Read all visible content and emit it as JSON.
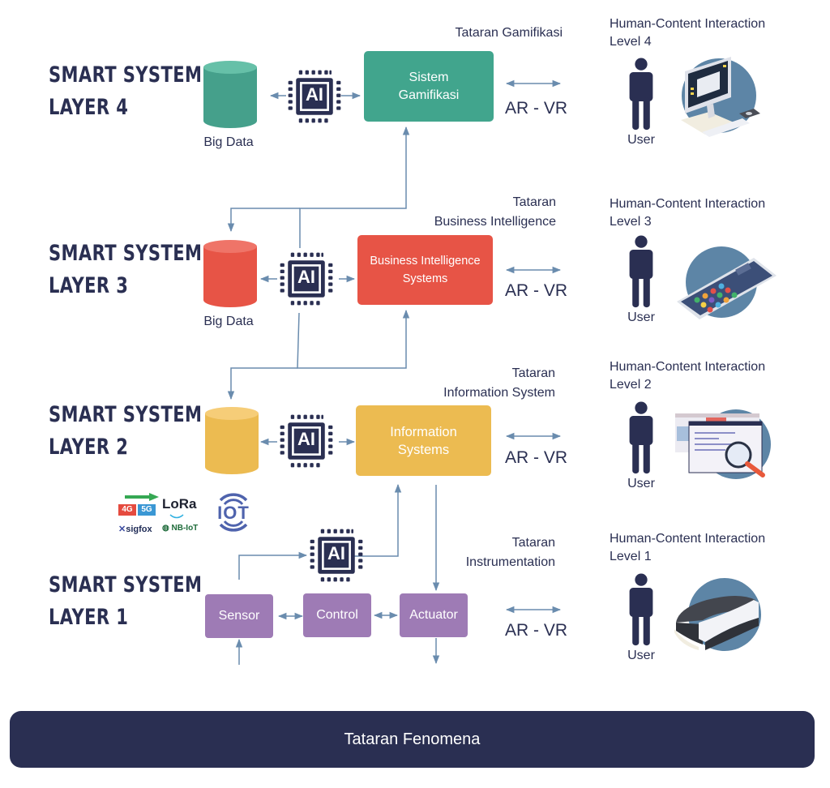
{
  "colors": {
    "navy": "#2a2f52",
    "arrow": "#6a8cae",
    "gamification": "#41a58d",
    "business": "#e75446",
    "information": "#ecbb51",
    "instrumentation": "#9e7bb5",
    "device_circle": "#5d85a6"
  },
  "layers": [
    {
      "label_line1": "SMART SYSTEM",
      "label_line2": "LAYER 4",
      "tataran": [
        "Tataran Gamifikasi"
      ],
      "system": [
        "Sistem",
        "Gamifikasi"
      ],
      "big_data": "Big Data",
      "ai": "AI",
      "arvr": "AR - VR",
      "hci_line1": "Human-Content Interaction",
      "hci_line2": "Level 4",
      "user": "User",
      "device_icon": "desktop-computer-icon"
    },
    {
      "label_line1": "SMART SYSTEM",
      "label_line2": "LAYER 3",
      "tataran": [
        "Tataran",
        "Business Intelligence"
      ],
      "system": [
        "Business Intelligence",
        "Systems"
      ],
      "big_data": "Big Data",
      "ai": "AI",
      "arvr": "AR - VR",
      "hci_line1": "Human-Content Interaction",
      "hci_line2": "Level 3",
      "user": "User",
      "device_icon": "smartphone-icon"
    },
    {
      "label_line1": "SMART SYSTEM",
      "label_line2": "LAYER 2",
      "tataran": [
        "Tataran",
        "Information System"
      ],
      "system": [
        "Information",
        "Systems"
      ],
      "ai": "AI",
      "arvr": "AR - VR",
      "hci_line1": "Human-Content Interaction",
      "hci_line2": "Level 2",
      "user": "User",
      "device_icon": "browser-search-icon"
    },
    {
      "label_line1": "SMART SYSTEM",
      "label_line2": "LAYER 1",
      "tataran": [
        "Tataran",
        "Instrumentation"
      ],
      "components": [
        "Sensor",
        "Control",
        "Actuator"
      ],
      "ai": "AI",
      "arvr": "AR - VR",
      "hci_line1": "Human-Content Interaction",
      "hci_line2": "Level 1",
      "user": "User",
      "device_icon": "vr-headset-icon"
    }
  ],
  "connectivity": {
    "g4": "4G",
    "g5": "5G",
    "lora": "LoRa",
    "sigfox": "sigfox",
    "nbiot": "NB-IoT",
    "iot": "IOT"
  },
  "footer": {
    "label": "Tataran Fenomena"
  }
}
